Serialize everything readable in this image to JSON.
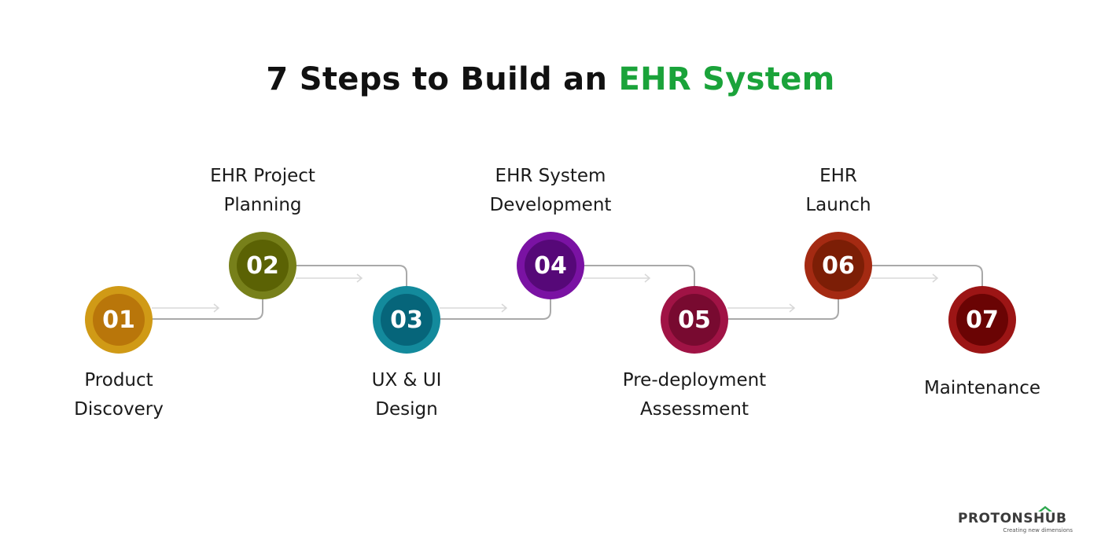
{
  "title": {
    "prefix": "7 Steps to Build an ",
    "highlight": "EHR System"
  },
  "colors": {
    "highlight": "#1aa33a",
    "connector": "#a9a9a9",
    "arrow": "#d8d8d8"
  },
  "steps": [
    {
      "number": "01",
      "label": [
        "Product",
        "Discovery"
      ],
      "ring": "#d09a16",
      "fill": "#b9760a"
    },
    {
      "number": "02",
      "label": [
        "EHR Project",
        "Planning"
      ],
      "ring": "#77801a",
      "fill": "#5b6204"
    },
    {
      "number": "03",
      "label": [
        "UX & UI",
        "Design"
      ],
      "ring": "#138a9c",
      "fill": "#06657a"
    },
    {
      "number": "04",
      "label": [
        "EHR System",
        "Development"
      ],
      "ring": "#7a12a3",
      "fill": "#560878"
    },
    {
      "number": "05",
      "label": [
        "Pre-deployment",
        "Assessment"
      ],
      "ring": "#a01345",
      "fill": "#780a30"
    },
    {
      "number": "06",
      "label": [
        "EHR",
        "Launch"
      ],
      "ring": "#a42a12",
      "fill": "#7c1e06"
    },
    {
      "number": "07",
      "label": [
        "Maintenance"
      ],
      "ring": "#9c1515",
      "fill": "#6a0404"
    }
  ],
  "logo": {
    "name": "PROTONSHUB",
    "tagline": "Creating new dimensions",
    "icon": "house-roof-icon"
  }
}
